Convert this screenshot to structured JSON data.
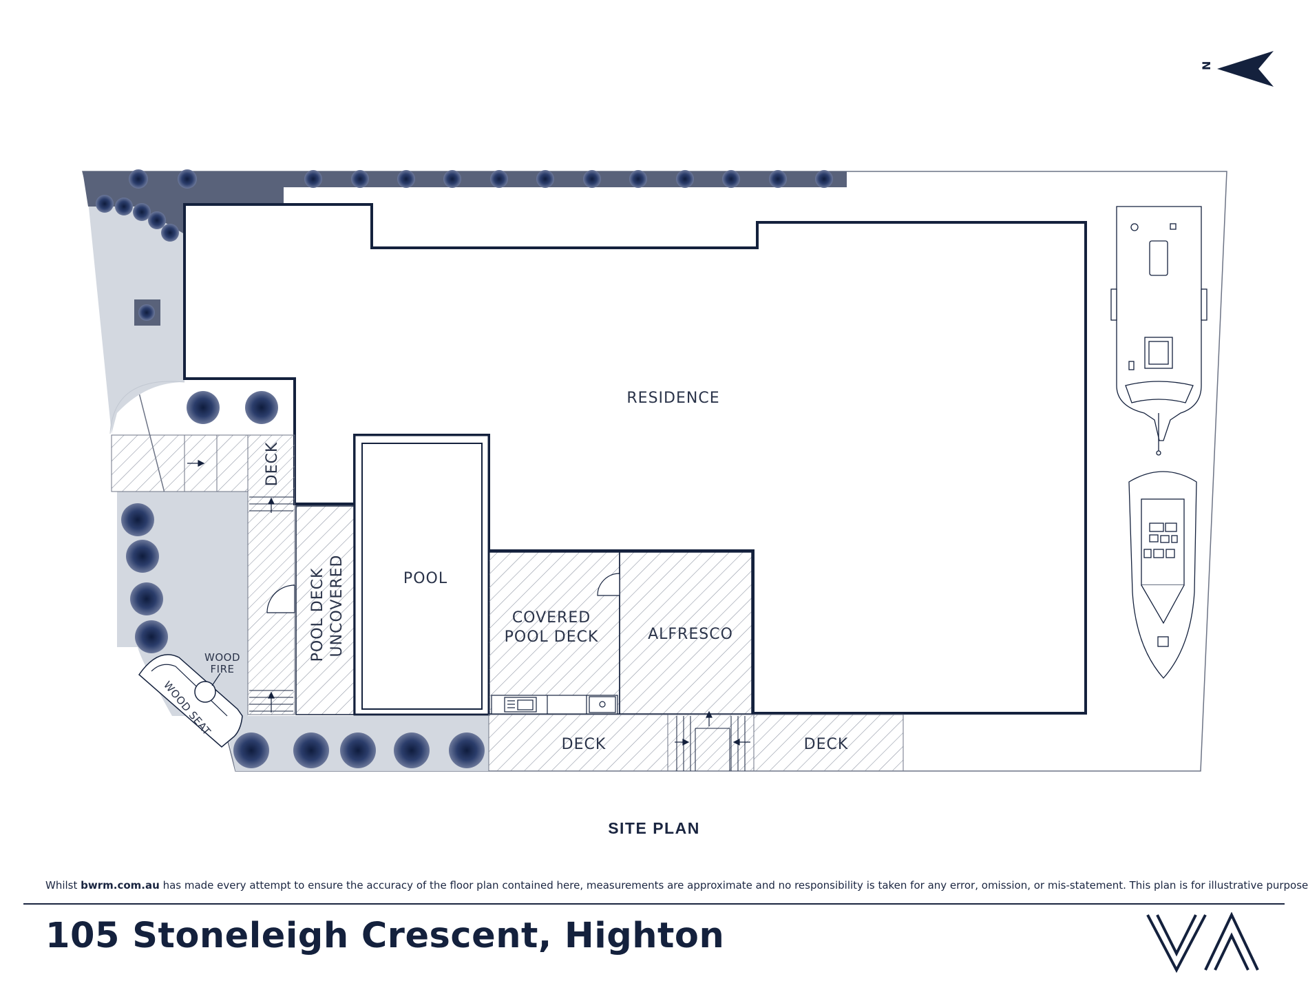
{
  "colors": {
    "navy": "#14213d",
    "landscape": "#d7dbe2",
    "planter": "#59627a",
    "shrub": "#2a3a63",
    "hatch": "#9aa0ad"
  },
  "north": {
    "letter": "N",
    "icon": "north-arrow-icon"
  },
  "rooms": {
    "residence": "RESIDENCE",
    "pool": "POOL",
    "pool_deck_uncovered_1": "POOL DECK",
    "pool_deck_uncovered_2": "UNCOVERED",
    "covered_pool_deck_1": "COVERED",
    "covered_pool_deck_2": "POOL DECK",
    "alfresco": "ALFRESCO",
    "deck_vertical": "DECK",
    "deck_bottom_left": "DECK",
    "deck_bottom_right": "DECK",
    "wood_fire_1": "WOOD",
    "wood_fire_2": "FIRE",
    "wood_seat": "WOOD SEAT"
  },
  "title": "SITE PLAN",
  "disclaimer": {
    "prefix": "Whilst ",
    "site": "bwrm.com.au",
    "suffix": " has made every attempt to ensure the accuracy of the floor plan contained here, measurements are approximate and no responsibility is taken for any error, omission, or mis-statement. This plan is for illustrative purposes only."
  },
  "address": "105 Stoneleigh Crescent, Highton",
  "logo": {
    "icon": "va-logo-icon",
    "letters": "VA"
  }
}
